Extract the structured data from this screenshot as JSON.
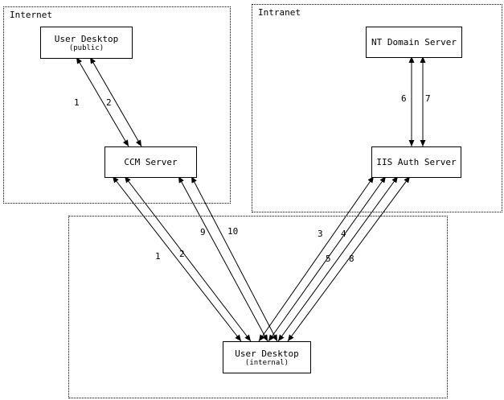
{
  "colors": {
    "line": "#000000",
    "background": "#ffffff"
  },
  "zones": {
    "internet": {
      "label": "Internet"
    },
    "intranet": {
      "label": "Intranet"
    }
  },
  "nodes": {
    "user_desktop_public": {
      "title": "User Desktop",
      "subtitle": "(public)"
    },
    "ccm_server": {
      "title": "CCM Server"
    },
    "nt_domain_server": {
      "title": "NT Domain Server"
    },
    "iis_auth_server": {
      "title": "IIS Auth Server"
    },
    "user_desktop_internal": {
      "title": "User Desktop",
      "subtitle": "(internal)"
    }
  },
  "edge_labels": {
    "pub_ccm_1": "1",
    "pub_ccm_2": "2",
    "nt_iis_6": "6",
    "nt_iis_7": "7",
    "ccm_int_1": "1",
    "ccm_int_2": "2",
    "ccm_int_9": "9",
    "ccm_int_10": "10",
    "iis_int_3": "3",
    "iis_int_4": "4",
    "iis_int_5": "5",
    "iis_int_8": "8"
  }
}
